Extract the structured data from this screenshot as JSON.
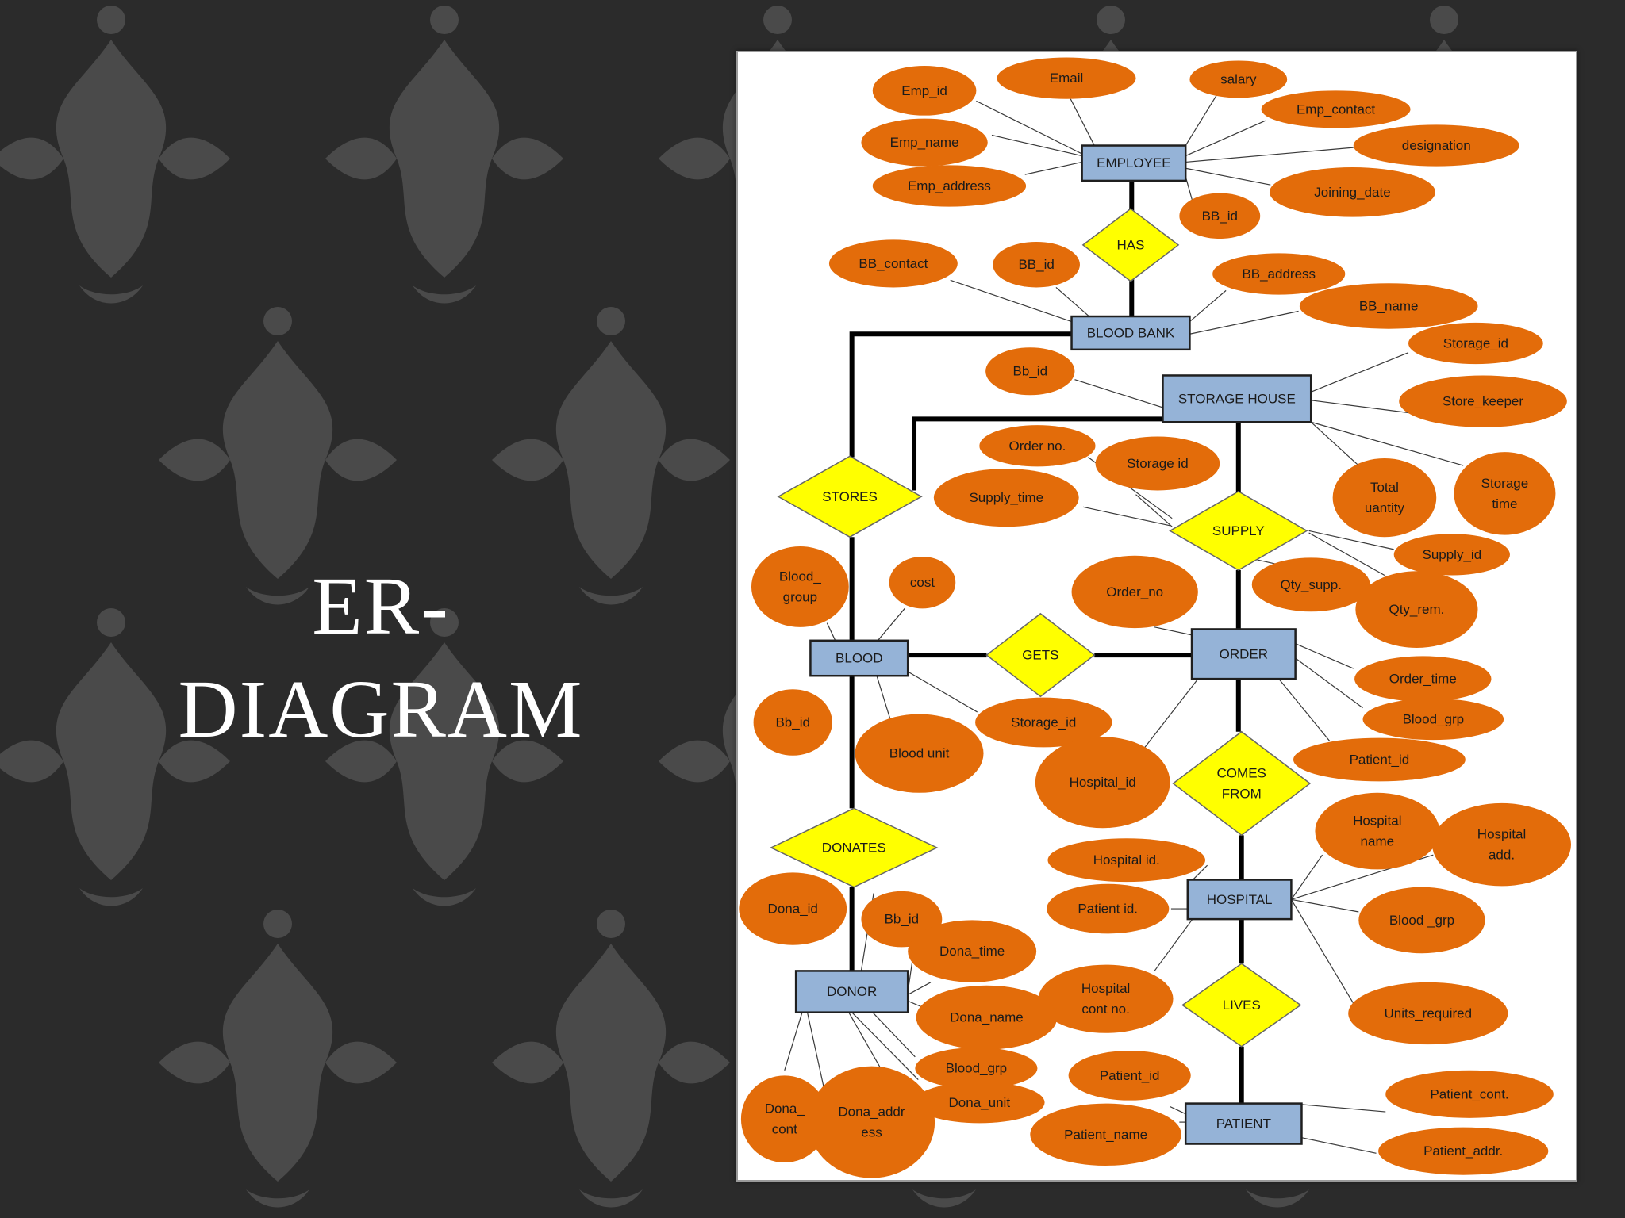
{
  "slide": {
    "title_line1": "ER-",
    "title_line2": "DIAGRAM"
  },
  "colors": {
    "entity_fill": "#95b3d7",
    "entity_stroke": "#1f1f1f",
    "relationship_fill": "#ffff00",
    "attribute_fill": "#e36c0a",
    "line": "#000000",
    "background": "#2b2b2b",
    "panel": "#ffffff"
  },
  "diagram": {
    "entities": [
      {
        "id": "employee",
        "label": "EMPLOYEE"
      },
      {
        "id": "blood_bank",
        "label": "BLOOD BANK"
      },
      {
        "id": "storage_house",
        "label": "STORAGE HOUSE"
      },
      {
        "id": "blood",
        "label": "BLOOD"
      },
      {
        "id": "order",
        "label": "ORDER"
      },
      {
        "id": "donor",
        "label": "DONOR"
      },
      {
        "id": "hospital",
        "label": "HOSPITAL"
      },
      {
        "id": "patient",
        "label": "PATIENT"
      }
    ],
    "relationships": [
      {
        "id": "has",
        "label": "HAS"
      },
      {
        "id": "stores",
        "label": "STORES"
      },
      {
        "id": "supply",
        "label": "SUPPLY"
      },
      {
        "id": "gets",
        "label": "GETS"
      },
      {
        "id": "comes_from",
        "label": "COMES FROM",
        "lines": [
          "COMES",
          "FROM"
        ]
      },
      {
        "id": "donates",
        "label": "DONATES"
      },
      {
        "id": "lives",
        "label": "LIVES"
      }
    ],
    "attributes": [
      {
        "id": "a_emp_id",
        "label": "Emp_id",
        "lines": [
          "Emp_id"
        ],
        "entity": "employee"
      },
      {
        "id": "a_email",
        "label": "Email",
        "lines": [
          "Email"
        ],
        "entity": "employee"
      },
      {
        "id": "a_salary",
        "label": "salary",
        "lines": [
          "salary"
        ],
        "entity": "employee"
      },
      {
        "id": "a_emp_contact",
        "label": "Emp_contact",
        "lines": [
          "Emp_contact"
        ],
        "entity": "employee"
      },
      {
        "id": "a_emp_name",
        "label": "Emp_name",
        "lines": [
          "Emp_name"
        ],
        "entity": "employee"
      },
      {
        "id": "a_designation",
        "label": "designation",
        "lines": [
          "designation"
        ],
        "entity": "employee"
      },
      {
        "id": "a_emp_address",
        "label": "Emp_address",
        "lines": [
          "Emp_address"
        ],
        "entity": "employee"
      },
      {
        "id": "a_joining_date",
        "label": "Joining_date",
        "lines": [
          "Joining_date"
        ],
        "entity": "employee"
      },
      {
        "id": "a_emp_bb_id",
        "label": "BB_id",
        "lines": [
          "BB_id"
        ],
        "entity": "employee"
      },
      {
        "id": "a_bb_contact",
        "label": "BB_contact",
        "lines": [
          "BB_contact"
        ],
        "entity": "blood_bank"
      },
      {
        "id": "a_bb_id",
        "label": "BB_id",
        "lines": [
          "BB_id"
        ],
        "entity": "blood_bank"
      },
      {
        "id": "a_bb_address",
        "label": "BB_address",
        "lines": [
          "BB_address"
        ],
        "entity": "blood_bank"
      },
      {
        "id": "a_bb_name",
        "label": "BB_name",
        "lines": [
          "BB_name"
        ],
        "entity": "blood_bank"
      },
      {
        "id": "a_storage_id",
        "label": "Storage_id",
        "lines": [
          "Storage_id"
        ],
        "entity": "storage_house"
      },
      {
        "id": "a_sh_bb_id",
        "label": "Bb_id",
        "lines": [
          "Bb_id"
        ],
        "entity": "storage_house"
      },
      {
        "id": "a_store_keeper",
        "label": "Store_keeper",
        "lines": [
          "Store_keeper"
        ],
        "entity": "storage_house"
      },
      {
        "id": "a_total_quantity",
        "label": "Total uantity",
        "lines": [
          "Total",
          "uantity"
        ],
        "entity": "storage_house"
      },
      {
        "id": "a_storage_time",
        "label": "Storage time",
        "lines": [
          "Storage",
          "time"
        ],
        "entity": "storage_house"
      },
      {
        "id": "a_order_no",
        "label": "Order no.",
        "lines": [
          "Order no."
        ],
        "entity": "supply"
      },
      {
        "id": "a_sup_storage_id",
        "label": "Storage id",
        "lines": [
          "Storage id"
        ],
        "entity": "supply"
      },
      {
        "id": "a_supply_time",
        "label": "Supply_time",
        "lines": [
          "Supply_time"
        ],
        "entity": "supply"
      },
      {
        "id": "a_supply_id",
        "label": "Supply_id",
        "lines": [
          "Supply_id"
        ],
        "entity": "supply"
      },
      {
        "id": "a_qty_supp",
        "label": "Qty_supp.",
        "lines": [
          "Qty_supp."
        ],
        "entity": "supply"
      },
      {
        "id": "a_qty_rem",
        "label": "Qty_rem.",
        "lines": [
          "Qty_rem."
        ],
        "entity": "supply"
      },
      {
        "id": "a_blood_group",
        "label": "Blood_ group",
        "lines": [
          "Blood_",
          "group"
        ],
        "entity": "blood"
      },
      {
        "id": "a_cost",
        "label": "cost",
        "lines": [
          "cost"
        ],
        "entity": "blood"
      },
      {
        "id": "a_blood_bb_id",
        "label": "Bb_id",
        "lines": [
          "Bb_id"
        ],
        "entity": "blood"
      },
      {
        "id": "a_blood_unit",
        "label": "Blood unit",
        "lines": [
          "Blood unit"
        ],
        "entity": "blood"
      },
      {
        "id": "a_blood_storage_id",
        "label": "Storage_id",
        "lines": [
          "Storage_id"
        ],
        "entity": "blood"
      },
      {
        "id": "a_ord_order_no",
        "label": "Order_no",
        "lines": [
          "Order_no"
        ],
        "entity": "order"
      },
      {
        "id": "a_order_time",
        "label": "Order_time",
        "lines": [
          "Order_time"
        ],
        "entity": "order"
      },
      {
        "id": "a_ord_blood_grp",
        "label": "Blood_grp",
        "lines": [
          "Blood_grp"
        ],
        "entity": "order"
      },
      {
        "id": "a_ord_patient_id",
        "label": "Patient_id",
        "lines": [
          "Patient_id"
        ],
        "entity": "order"
      },
      {
        "id": "a_ord_hospital_id",
        "label": "Hospital_id",
        "lines": [
          "Hospital_id"
        ],
        "entity": "order"
      },
      {
        "id": "a_hospital_name",
        "label": "Hospital name",
        "lines": [
          "Hospital",
          "name"
        ],
        "entity": "hospital"
      },
      {
        "id": "a_hospital_add",
        "label": "Hospital add.",
        "lines": [
          "Hospital",
          "add."
        ],
        "entity": "hospital"
      },
      {
        "id": "a_hos_hospital_id",
        "label": "Hospital id.",
        "lines": [
          "Hospital id."
        ],
        "entity": "hospital"
      },
      {
        "id": "a_hos_patient_id",
        "label": "Patient id.",
        "lines": [
          "Patient id."
        ],
        "entity": "hospital"
      },
      {
        "id": "a_hos_blood_grp",
        "label": "Blood _grp",
        "lines": [
          "Blood _grp"
        ],
        "entity": "hospital"
      },
      {
        "id": "a_hospital_cont_no",
        "label": "Hospital cont no.",
        "lines": [
          "Hospital",
          "cont no."
        ],
        "entity": "hospital"
      },
      {
        "id": "a_units_required",
        "label": "Units_required",
        "lines": [
          "Units_required"
        ],
        "entity": "hospital"
      },
      {
        "id": "a_dona_id",
        "label": "Dona_id",
        "lines": [
          "Dona_id"
        ],
        "entity": "donor"
      },
      {
        "id": "a_donor_bb_id",
        "label": "Bb_id",
        "lines": [
          "Bb_id"
        ],
        "entity": "donor"
      },
      {
        "id": "a_dona_time",
        "label": "Dona_time",
        "lines": [
          "Dona_time"
        ],
        "entity": "donor"
      },
      {
        "id": "a_dona_name",
        "label": "Dona_name",
        "lines": [
          "Dona_name"
        ],
        "entity": "donor"
      },
      {
        "id": "a_donor_blood_grp",
        "label": "Blood_grp",
        "lines": [
          "Blood_grp"
        ],
        "entity": "donor"
      },
      {
        "id": "a_dona_unit",
        "label": "Dona_unit",
        "lines": [
          "Dona_unit"
        ],
        "entity": "donor"
      },
      {
        "id": "a_dona_cont",
        "label": "Dona_ cont",
        "lines": [
          "Dona_",
          "cont"
        ],
        "entity": "donor"
      },
      {
        "id": "a_dona_address",
        "label": "Dona_addr ess",
        "lines": [
          "Dona_addr",
          "ess"
        ],
        "entity": "donor"
      },
      {
        "id": "a_pat_patient_id",
        "label": "Patient_id",
        "lines": [
          "Patient_id"
        ],
        "entity": "patient"
      },
      {
        "id": "a_patient_name",
        "label": "Patient_name",
        "lines": [
          "Patient_name"
        ],
        "entity": "patient"
      },
      {
        "id": "a_patient_cont",
        "label": "Patient_cont.",
        "lines": [
          "Patient_cont."
        ],
        "entity": "patient"
      },
      {
        "id": "a_patient_addr",
        "label": "Patient_addr.",
        "lines": [
          "Patient_addr."
        ],
        "entity": "patient"
      }
    ]
  }
}
